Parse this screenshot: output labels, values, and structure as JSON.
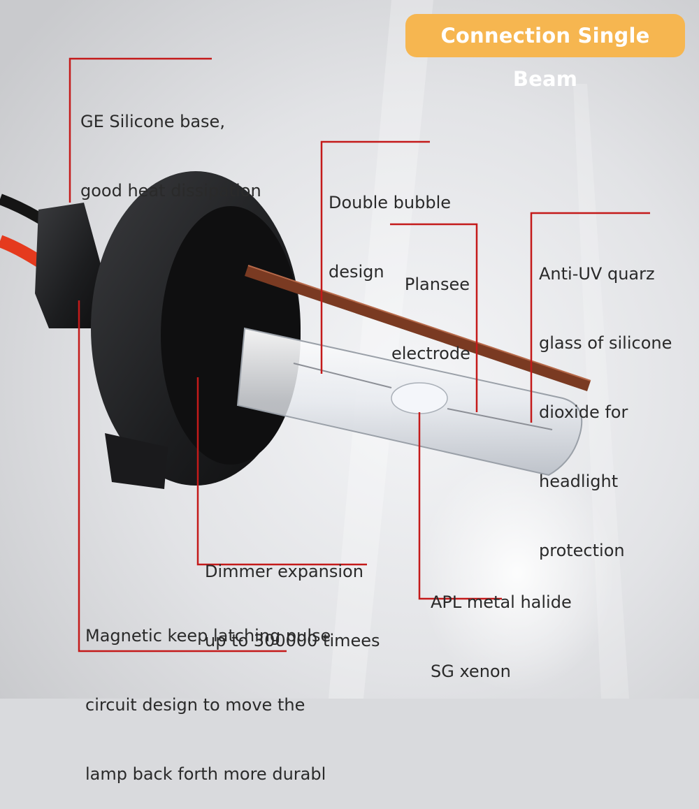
{
  "badge": {
    "text": "Connection Single Beam",
    "color": "#f6b650"
  },
  "accent_line_color": "#c41a1a",
  "callouts": {
    "ge_base": {
      "lines": [
        "GE Silicone base,",
        "good heat dissipation"
      ]
    },
    "bubble": {
      "lines": [
        "Double bubble",
        "design"
      ]
    },
    "electrode": {
      "lines": [
        "Plansee",
        "electrode"
      ]
    },
    "quartz": {
      "lines": [
        "Anti-UV quarz",
        "glass of silicone",
        "dioxide for",
        "headlight",
        "protection"
      ]
    },
    "dimmer": {
      "lines": [
        "Dimmer expansion",
        "up to 300000 timees"
      ]
    },
    "halide": {
      "lines": [
        "APL metal halide",
        "SG xenon"
      ]
    },
    "magnetic": {
      "lines": [
        "Magnetic keep latching pulse",
        "circuit design to move the",
        "lamp back forth more durabl"
      ]
    }
  },
  "product": {
    "icon": "hid-xenon-bulb-icon"
  }
}
